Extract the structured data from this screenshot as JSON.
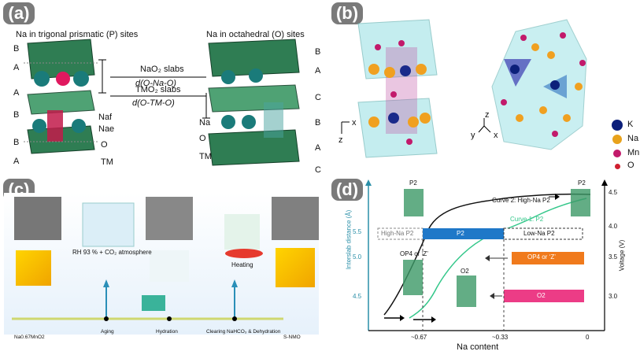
{
  "panels": {
    "a": {
      "label": "(a)",
      "left_title": "Na in trigonal prismatic (P) sites",
      "right_title": "Na in octahedral (O) sites",
      "left_stacking": [
        "B",
        "A",
        "A",
        "B",
        "B",
        "A"
      ],
      "right_stacking": [
        "B",
        "A",
        "C",
        "B",
        "A",
        "C"
      ],
      "naO2_label": "NaO₂ slabs",
      "naO2_d": "d(O-Na-O)",
      "tmO2_label": "TMO₂ slabs",
      "tmO2_d": "d(O-TM-O)",
      "naf": "Naf",
      "nae": "Nae",
      "o": "O",
      "tm": "TM",
      "na": "Na"
    },
    "b": {
      "label": "(b)",
      "axis_x": "x",
      "axis_z": "z",
      "axis_y": "y",
      "legend": [
        {
          "name": "K",
          "color": "#0c1f7a"
        },
        {
          "name": "Na",
          "color": "#e8a21c"
        },
        {
          "name": "Mn",
          "color": "#c21a6b"
        },
        {
          "name": "O",
          "color": "#d02030"
        }
      ]
    },
    "c": {
      "label": "(c)",
      "rh": "RH 93 % + CO₂ atmosphere",
      "heating": "Heating",
      "start": "Na0.67MnO2",
      "steps": [
        "Aging",
        "Hydration",
        "Clearing NaHCO₃ & Dehydration"
      ],
      "end": "S-NMO"
    },
    "d": {
      "label": "(d)",
      "xlabel": "Na content",
      "ylabel_left": "Interslab distance (Å)",
      "ylabel_right": "Voltage (V)",
      "x_ticks": [
        "~0.67",
        "~0.33",
        "0"
      ],
      "left_ticks": [
        "5.5",
        "5.0",
        "4.5"
      ],
      "right_ticks": [
        "4.5",
        "4.0",
        "3.5",
        "3.0"
      ],
      "curve2": "Curve 2: High-Na  P2",
      "curve1": "Curve 1: P2",
      "high_na": "High-Na  P2",
      "p2_bar": "P2",
      "low_na": "Low-Na  P2",
      "op4": "OP4 or ‘Z’",
      "o2": "O2",
      "p2_top_left": "P2",
      "p2_top_right": "P2",
      "op4_left": "OP4 or ‘Z’",
      "o2_left": "O2",
      "colors": {
        "curve2": "#111111",
        "curve1": "#33c78a",
        "p2_bar": "#1f78c8",
        "op4_bar": "#f07a1c",
        "o2_bar": "#ec3c86",
        "axis": "#2a8fa8"
      }
    }
  }
}
